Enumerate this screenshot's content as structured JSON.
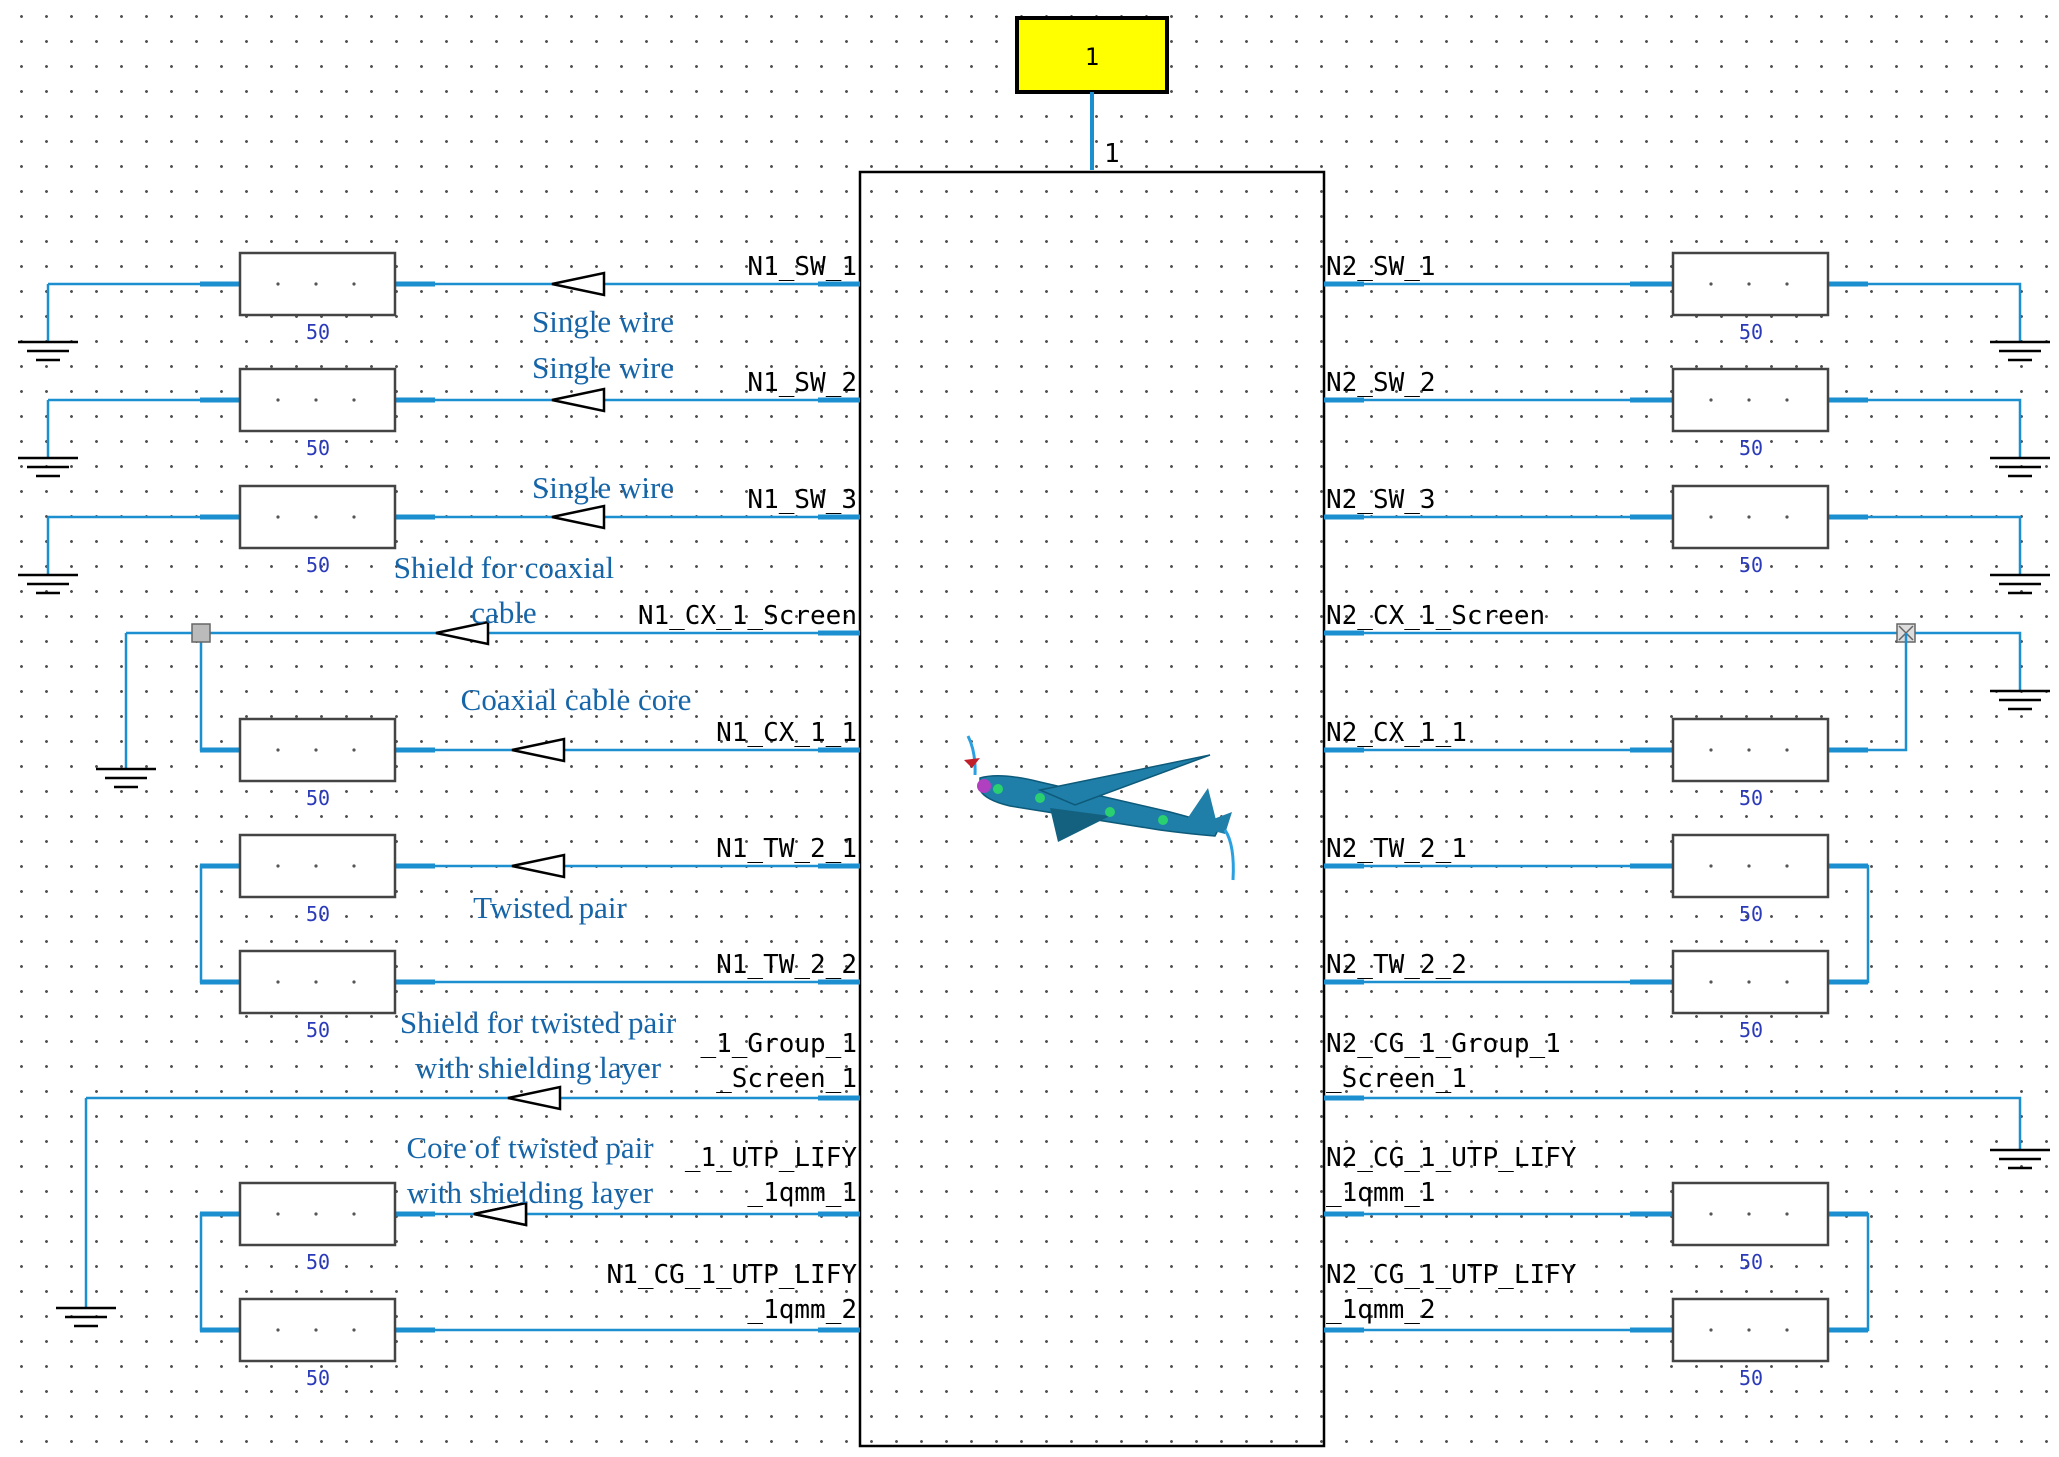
{
  "port": {
    "box_label": "1",
    "pin_label": "1"
  },
  "resistor_value": "50",
  "colors": {
    "wire": "#1b8fd0",
    "port_fill": "#ffff00",
    "annotation": "#1565a8",
    "resistor_label": "#2a3ab8"
  },
  "left_pins": [
    {
      "id": "n1-sw-1",
      "lines": [
        "N1_SW_1"
      ]
    },
    {
      "id": "n1-sw-2",
      "lines": [
        "N1_SW_2"
      ]
    },
    {
      "id": "n1-sw-3",
      "lines": [
        "N1_SW_3"
      ]
    },
    {
      "id": "n1-cx-screen",
      "lines": [
        "N1_CX_1_Screen"
      ]
    },
    {
      "id": "n1-cx-core",
      "lines": [
        "N1_CX_1_1"
      ]
    },
    {
      "id": "n1-tw-1",
      "lines": [
        "N1_TW_2_1"
      ]
    },
    {
      "id": "n1-tw-2",
      "lines": [
        "N1_TW_2_2"
      ]
    },
    {
      "id": "n1-cg-screen",
      "lines": [
        "_1_Group_1",
        "_Screen_1"
      ]
    },
    {
      "id": "n1-cg-core-1",
      "lines": [
        "_1_UTP_LIFY",
        "_1qmm_1"
      ]
    },
    {
      "id": "n1-cg-core-2",
      "lines": [
        "N1_CG_1_UTP_LIFY",
        "_1qmm_2"
      ]
    }
  ],
  "right_pins": [
    {
      "id": "n2-sw-1",
      "lines": [
        "N2_SW_1"
      ]
    },
    {
      "id": "n2-sw-2",
      "lines": [
        "N2_SW_2"
      ]
    },
    {
      "id": "n2-sw-3",
      "lines": [
        "N2_SW_3"
      ]
    },
    {
      "id": "n2-cx-screen",
      "lines": [
        "N2_CX_1_Screen"
      ]
    },
    {
      "id": "n2-cx-core",
      "lines": [
        "N2_CX_1_1"
      ]
    },
    {
      "id": "n2-tw-1",
      "lines": [
        "N2_TW_2_1"
      ]
    },
    {
      "id": "n2-tw-2",
      "lines": [
        "N2_TW_2_2"
      ]
    },
    {
      "id": "n2-cg-screen",
      "lines": [
        "N2_CG_1_Group_1",
        "_Screen_1"
      ]
    },
    {
      "id": "n2-cg-core-1",
      "lines": [
        "N2_CG_1_UTP_LIFY",
        "_1qmm_1"
      ]
    },
    {
      "id": "n2-cg-core-2",
      "lines": [
        "N2_CG_1_UTP_LIFY",
        "_1qmm_2"
      ]
    }
  ],
  "annotations": [
    {
      "id": "ann-single-wire-1",
      "lines": [
        "Single wire"
      ]
    },
    {
      "id": "ann-single-wire-2",
      "lines": [
        "Single wire"
      ]
    },
    {
      "id": "ann-single-wire-3",
      "lines": [
        "Single wire"
      ]
    },
    {
      "id": "ann-coax-shield",
      "lines": [
        "Shield for coaxial",
        "cable"
      ]
    },
    {
      "id": "ann-coax-core",
      "lines": [
        "Coaxial cable core"
      ]
    },
    {
      "id": "ann-twisted-pair",
      "lines": [
        "Twisted pair"
      ]
    },
    {
      "id": "ann-tp-shield",
      "lines": [
        "Shield for twisted pair",
        "with shielding layer"
      ]
    },
    {
      "id": "ann-tp-core",
      "lines": [
        "Core of twisted pair",
        "with shielding layer"
      ]
    }
  ]
}
